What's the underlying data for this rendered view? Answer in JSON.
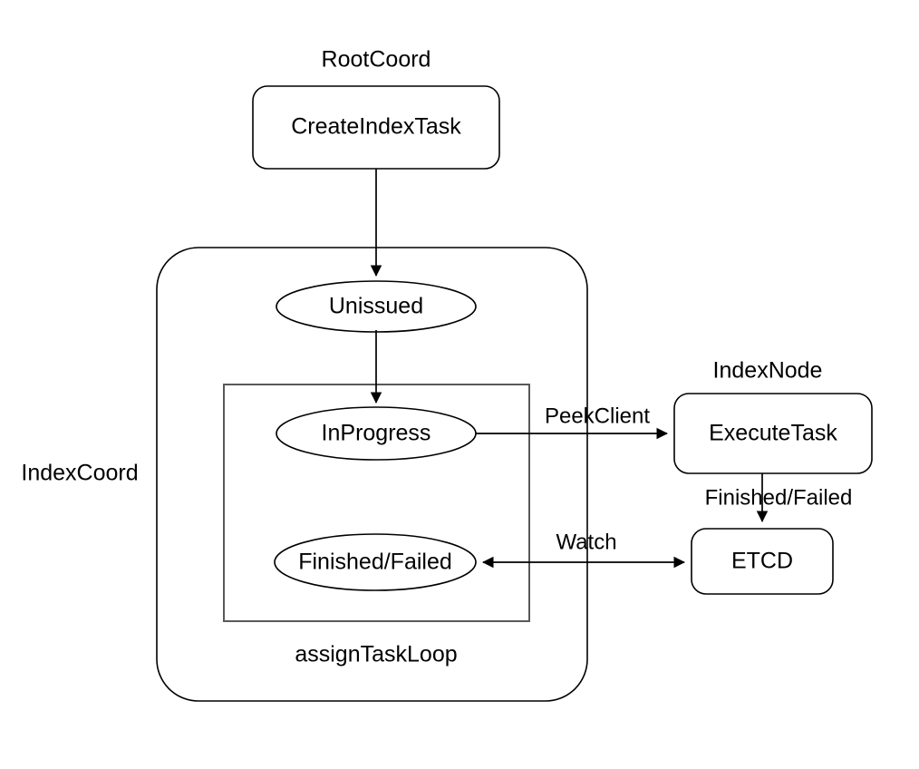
{
  "diagram": {
    "title_hidden": "",
    "groups": [
      {
        "id": "rootcoord",
        "label": "RootCoord"
      },
      {
        "id": "indexcoord",
        "label": "IndexCoord"
      },
      {
        "id": "indexnode",
        "label": "IndexNode"
      },
      {
        "id": "assigntaskloop",
        "label": "assignTaskLoop"
      }
    ],
    "nodes": [
      {
        "id": "create-index-task",
        "label": "CreateIndexTask",
        "shape": "rounded-rect"
      },
      {
        "id": "unissued",
        "label": "Unissued",
        "shape": "ellipse"
      },
      {
        "id": "in-progress",
        "label": "InProgress",
        "shape": "ellipse"
      },
      {
        "id": "finished-failed-state",
        "label": "Finished/Failed",
        "shape": "ellipse"
      },
      {
        "id": "execute-task",
        "label": "ExecuteTask",
        "shape": "rounded-rect"
      },
      {
        "id": "etcd",
        "label": "ETCD",
        "shape": "rounded-rect"
      }
    ],
    "edges": [
      {
        "id": "edge-create-to-unissued",
        "label": "",
        "from": "create-index-task",
        "to": "unissued",
        "arrow": "single"
      },
      {
        "id": "edge-unissued-to-inprogress",
        "label": "",
        "from": "unissued",
        "to": "in-progress",
        "arrow": "single"
      },
      {
        "id": "edge-inprogress-to-executetask",
        "label": "PeekClient",
        "from": "in-progress",
        "to": "execute-task",
        "arrow": "single"
      },
      {
        "id": "edge-executetask-to-etcd",
        "label": "Finished/Failed",
        "from": "execute-task",
        "to": "etcd",
        "arrow": "single"
      },
      {
        "id": "edge-etcd-watch",
        "label": "Watch",
        "from": "etcd",
        "to": "finished-failed-state",
        "arrow": "double"
      }
    ],
    "colors": {
      "background": "#ffffff",
      "stroke": "#000000",
      "group_stroke": "#595959",
      "text": "#000000"
    }
  }
}
